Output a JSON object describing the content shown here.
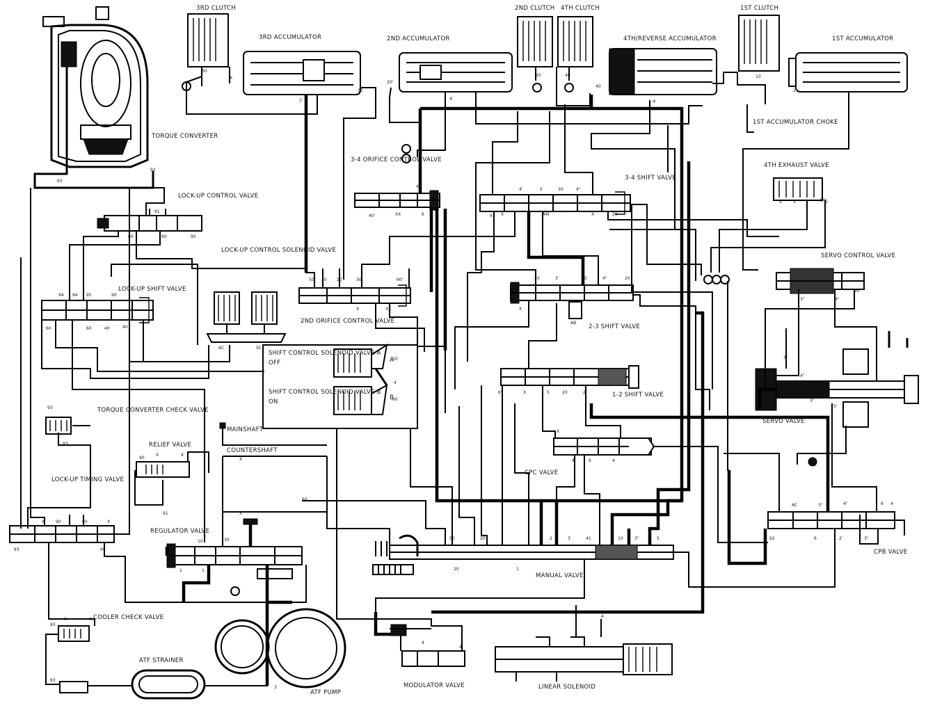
{
  "labels": {
    "torque_converter": "TORQUE CONVERTER",
    "lockup_control_valve": "LOCK-UP CONTROL VALVE",
    "lockup_control_solenoid_valve": "LOCK-UP CONTROL SOLENOID VALVE",
    "lockup_shift_valve": "LOCK-UP SHIFT VALVE",
    "torque_converter_check_valve": "TORQUE CONVERTER CHECK VALVE",
    "relief_valve": "RELIEF VALVE",
    "lockup_timing_valve": "LOCK-UP TIMING VALVE",
    "regulator_valve": "REGULATOR VALVE",
    "cooler_check_valve": "COOLER CHECK VALVE",
    "atf_strainer": "ATF STRAINER",
    "atf_pump": "ATF PUMP",
    "modulator_valve": "MODULATOR VALVE",
    "linear_solenoid": "LINEAR SOLENOID",
    "manual_valve": "MANUAL VALVE",
    "mainshaft": "MAINSHAFT",
    "countershaft": "COUNTERSHAFT",
    "cpc_valve": "CPC VALVE",
    "cpb_valve": "CPB VALVE",
    "servo_valve": "SERVO VALVE",
    "servo_control_valve": "SERVO CONTROL VALVE",
    "fourth_exhaust_valve": "4TH EXHAUST VALVE",
    "first_accumulator_choke": "1ST ACCUMULATOR CHOKE",
    "first_accumulator": "1ST ACCUMULATOR",
    "first_clutch": "1ST CLUTCH",
    "fourth_reverse_accumulator": "4TH/REVERSE ACCUMULATOR",
    "second_clutch": "2ND CLUTCH",
    "fourth_clutch": "4TH CLUTCH",
    "second_accumulator": "2ND ACCUMULATOR",
    "third_accumulator": "3RD ACCUMULATOR",
    "third_clutch": "3RD CLUTCH",
    "three_four_orifice_control_valve": "3-4 ORIFICE CONTROL VALVE",
    "two_three_orifice_control_valve": "2ND ORIFICE CONTROL VALVE",
    "three_four_shift_valve": "3-4 SHIFT VALVE",
    "two_three_shift_valve": "2-3 SHIFT VALVE",
    "one_two_shift_valve": "1-2 SHIFT VALVE",
    "shift_solenoid_a": "SHIFT CONTROL SOLENOID VALVE A",
    "shift_solenoid_b": "SHIFT CONTROL SOLENOID VALVE B",
    "off_label": "OFF",
    "on_label": "ON",
    "solenoid_a_mark": "A",
    "solenoid_b_mark": "B"
  },
  "ports": {
    "p1": "1",
    "p2": "2",
    "p3": "3",
    "p4": "4",
    "p5": "5",
    "p6": "6",
    "p10": "10",
    "p20": "20",
    "p30": "30",
    "p40": "40",
    "p41": "41",
    "p50": "50",
    "p60": "60",
    "p90": "90",
    "p91": "91",
    "p92": "92",
    "p93": "93",
    "p94": "94",
    "p95": "95",
    "p99": "99",
    "p3p": "3'",
    "p4p": "4'",
    "p4pp": "4\"",
    "p3pp": "3\"",
    "p6p": "6'",
    "p5p": "5'",
    "p1a": "1'",
    "p2a": "2'",
    "p40p": "40'",
    "p20a": "20'",
    "p60p": "60'",
    "x": "X",
    "xx": "XX",
    "ab": "AB",
    "am": "AM",
    "ac": "AC",
    "sc": "SC"
  },
  "colors": {
    "line": "#000000",
    "background": "#ffffff"
  }
}
